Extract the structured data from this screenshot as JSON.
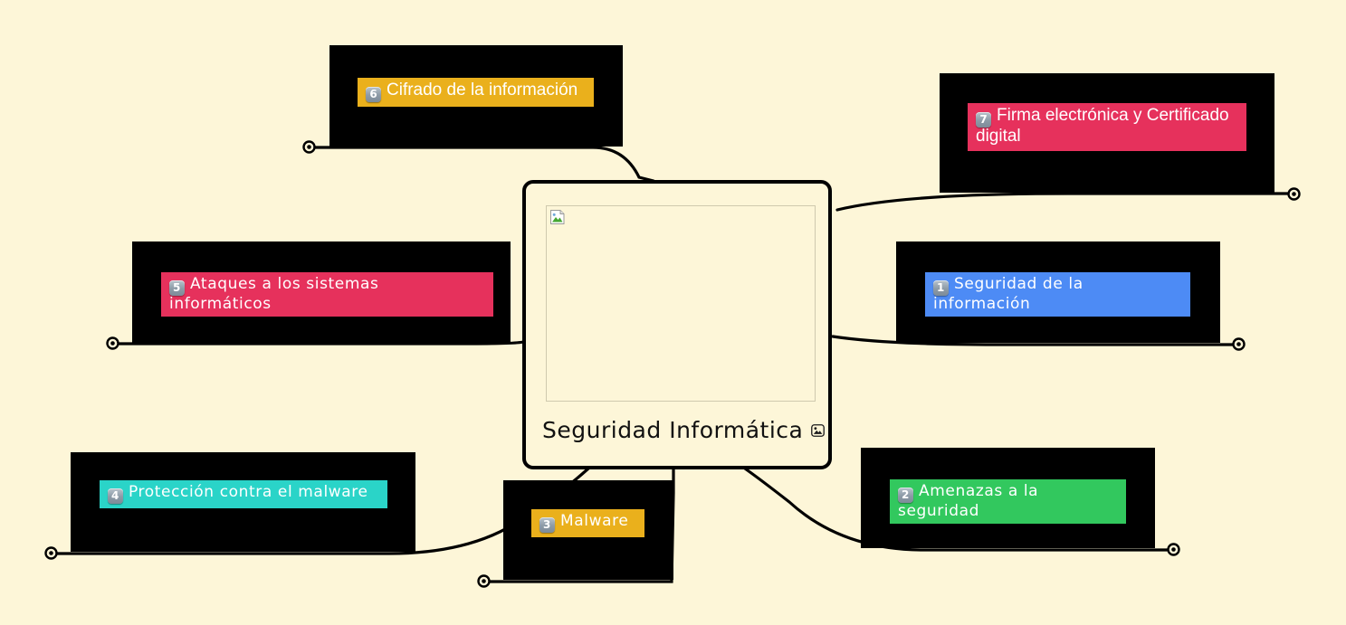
{
  "document": {
    "type": "mind-map",
    "background_color": "#fdf6d8",
    "node_frame_color": "#000000"
  },
  "center": {
    "title": "Seguridad Informática",
    "image_placeholder": "broken-image",
    "caption_icon": "image-icon"
  },
  "branches": [
    {
      "id": "b1",
      "number": "1",
      "text": "Seguridad de la información",
      "color": "#4d8bf5",
      "font": "hand",
      "side": "right"
    },
    {
      "id": "b2",
      "number": "2",
      "text": "Amenazas a la seguridad",
      "color": "#32c85e",
      "font": "hand",
      "side": "right"
    },
    {
      "id": "b3",
      "number": "3",
      "text": "Malware",
      "color": "#eab01c",
      "font": "hand",
      "side": "bottom"
    },
    {
      "id": "b4",
      "number": "4",
      "text": "Protección contra el malware",
      "color": "#2ad4c8",
      "font": "hand",
      "side": "left"
    },
    {
      "id": "b5",
      "number": "5",
      "text": "Ataques a los sistemas informáticos",
      "color": "#e6315c",
      "font": "hand",
      "side": "left"
    },
    {
      "id": "b6",
      "number": "6",
      "text": "Cifrado de la información",
      "color": "#eab01c",
      "font": "sans",
      "side": "top-left"
    },
    {
      "id": "b7",
      "number": "7",
      "text": "Firma electrónica y Certificado digital",
      "color": "#e6315c",
      "font": "sans",
      "side": "top-right"
    }
  ]
}
